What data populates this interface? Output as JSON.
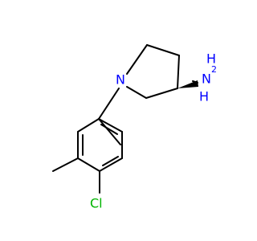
{
  "molecule": {
    "atoms": {
      "amine_N": "N",
      "amine_H_top": "H",
      "amine_H_bottom": "H",
      "amine_subscript": "2",
      "ring_N": "N",
      "chlorine": "Cl"
    },
    "colors": {
      "bond": "#000000",
      "nitrogen": "#0000ff",
      "chlorine": "#00b400"
    }
  }
}
